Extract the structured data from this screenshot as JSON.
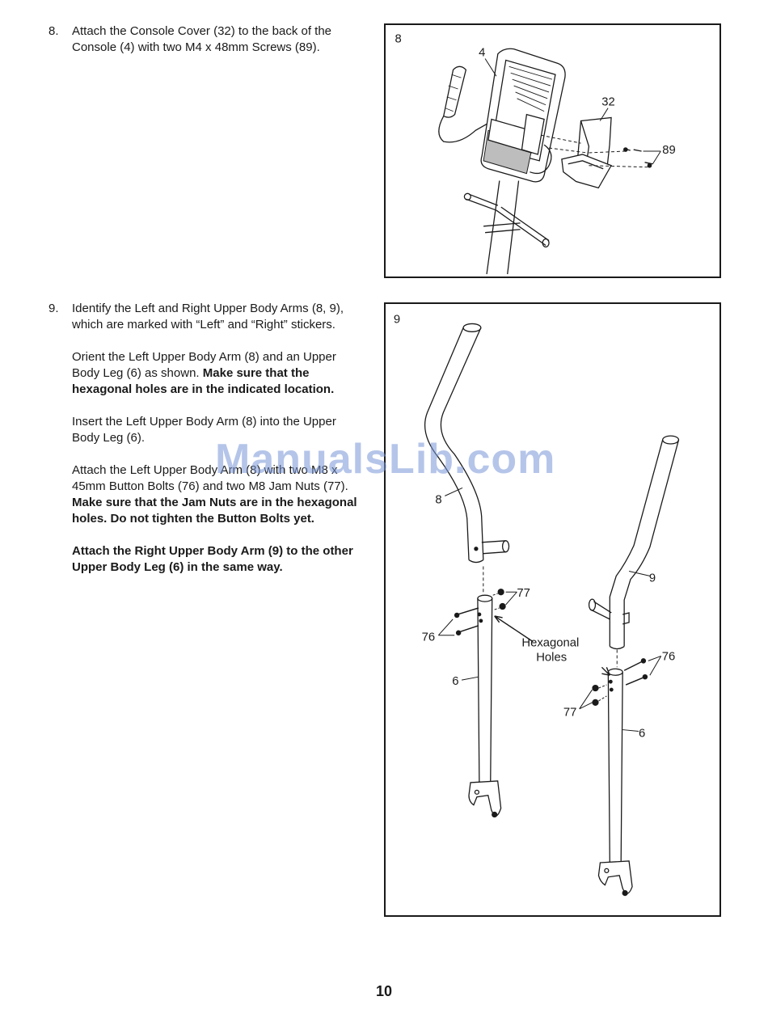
{
  "colors": {
    "ink": "#1a1a1a",
    "watermark": "#7896d7"
  },
  "step8": {
    "number": "8.",
    "text": "Attach the Console Cover (32) to the back of the Console (4) with two M4 x 48mm Screws (89)."
  },
  "step9": {
    "number": "9.",
    "p1": "Identify the Left and Right Upper Body Arms (8, 9), which are marked with “Left” and “Right” stickers.",
    "p2_text": "Orient the Left Upper Body Arm (8) and an Upper Body Leg (6) as shown. ",
    "p2_bold": "Make sure that the hexagonal holes are in the indicated location.",
    "p3": "Insert the Left Upper Body Arm (8) into the Upper Body Leg (6).",
    "p4_text": "Attach the Left Upper Body Arm (8) with two M8 x 45mm Button Bolts (76) and two M8 Jam Nuts (77). ",
    "p4_bold": "Make sure that the Jam Nuts are in the hexagonal holes. Do not tighten the Button Bolts yet.",
    "p5_bold": "Attach the Right Upper Body Arm (9) to the other Upper Body Leg (6) in the same way."
  },
  "figure8": {
    "step_label": "8",
    "labels": {
      "console": "4",
      "console_cover": "32",
      "screws": "89"
    }
  },
  "figure9": {
    "step_label": "9",
    "labels": {
      "left_arm": "8",
      "right_arm": "9",
      "jam_nuts_left": "77",
      "bolts_left": "76",
      "hexagonal_line1": "Hexagonal",
      "hexagonal_line2": "Holes",
      "bolts_right": "76",
      "jam_nuts_right": "77",
      "leg_left": "6",
      "leg_right": "6"
    }
  },
  "watermark": "ManualsLib.com",
  "page_number": "10"
}
